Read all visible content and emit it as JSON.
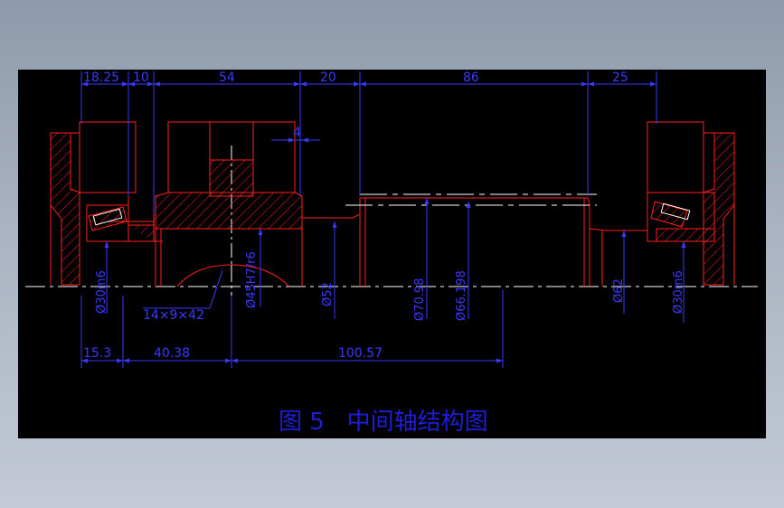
{
  "colors": {
    "background": "#000000",
    "outline": "#ff2020",
    "dimension": "#3a3aff",
    "centerline": "#ffffff",
    "page": "#a9b3c1"
  },
  "dimensions": {
    "top": [
      "18.25",
      "10",
      "54",
      "20",
      "86",
      "25"
    ],
    "small_4": "4",
    "bottom": [
      "15.3",
      "40.38",
      "100.57"
    ],
    "keyway": "14×9×42"
  },
  "diameters": {
    "left_bearing": "Ø30m6",
    "gear_bore": "Ø45H7/r6",
    "d52_left": "Ø52",
    "d70": "Ø70.98",
    "d66": "Ø66.198",
    "d62_right": "Ø62",
    "right_bearing": "Ø30m6"
  },
  "caption": "图 5   中间轴结构图"
}
